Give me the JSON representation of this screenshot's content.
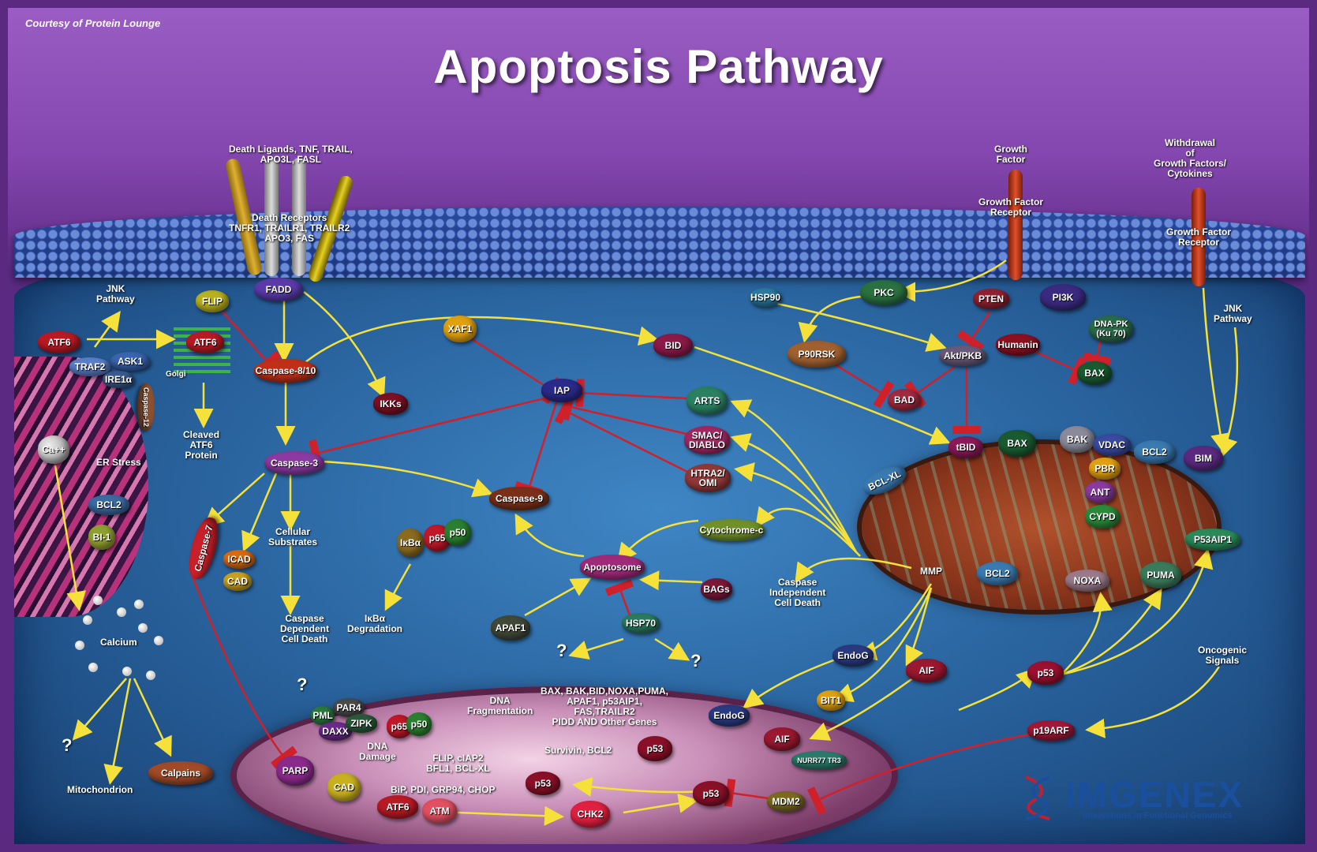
{
  "courtesy": "Courtesy of Protein Lounge",
  "title": "Apoptosis Pathway",
  "logo": {
    "name": "IMGENEX",
    "tagline": "Innovations in Functional Genomics"
  },
  "labels": {
    "death_ligands": "Death Ligands, TNF, TRAIL,\nAPO3L, FASL",
    "death_receptors": "Death Receptors\nTNFR1, TRAILR1, TRAILR2\nAPO3, FAS",
    "growth_factor": "Growth\nFactor",
    "gf_receptor_1": "Growth Factor\nReceptor",
    "withdrawal": "Withdrawal\nof\nGrowth Factors/\nCytokines",
    "gf_receptor_2": "Growth Factor\nReceptor",
    "jnk_left": "JNK\nPathway",
    "jnk_right": "JNK\nPathway",
    "golgi": "Golgi",
    "er_stress": "ER Stress",
    "cleaved_atf6": "Cleaved\nATF6\nProtein",
    "cellular_substrates": "Cellular\nSubstrates",
    "caspase_dependent": "Caspase\nDependent\nCell Death",
    "ikba_degradation": "IκBα\nDegradation",
    "caspase_independent": "Caspase\nIndependent\nCell Death",
    "dna_fragmentation": "DNA\nFragmentation",
    "dna_damage": "DNA\nDamage",
    "genes": "BAX, BAK,BID,NOXA,PUMA,\nAPAF1, p53AIP1,\nFAS,TRAILR2\nPIDD AND Other Genes",
    "survivin": "Survivin, BCL2",
    "flip_ciap2": "FLIP, cIAP2\nBFL1, BCL-XL",
    "bip": "BiP, PDI, GRP94, CHOP",
    "oncogenic": "Oncogenic\nSignals",
    "calcium": "Calcium",
    "mitochondrion": "Mitochondrion",
    "question": "?"
  },
  "nodes": {
    "fadd": "FADD",
    "flip": "FLIP",
    "atf6_a": "ATF6",
    "atf6_b": "ATF6",
    "traf2": "TRAF2",
    "ask1": "ASK1",
    "ire1": "IRE1α",
    "caspase12": "Caspase-12",
    "ca": "Ca++",
    "bcl2_er": "BCL2",
    "bi1": "BI-1",
    "caspase810": "Caspase-8/10",
    "ikks": "IKKs",
    "caspase3": "Caspase-3",
    "caspase7": "Caspase-7",
    "icad": "ICAD",
    "cad_a": "CAD",
    "ikba": "IκBα",
    "p65": "p65",
    "p50": "p50",
    "xaf1": "XAF1",
    "iap": "IAP",
    "bid": "BID",
    "arts": "ARTS",
    "smac": "SMAC/\nDIABLO",
    "htra2": "HTRA2/\nOMI",
    "caspase9": "Caspase-9",
    "cytc": "Cytochrome-c",
    "apoptosome": "Apoptosome",
    "bags": "BAGs",
    "hsp70": "HSP70",
    "apaf1": "APAF1",
    "hsp90": "HSP90",
    "pkc": "PKC",
    "pten": "PTEN",
    "pi3k": "PI3K",
    "p90rsk": "P90RSK",
    "aktpkb": "Akt/PKB",
    "dnapk": "DNA-PK\n(Ku 70)",
    "humanin": "Humanin",
    "bax_top": "BAX",
    "bad": "BAD",
    "bclxl": "BCL-XL",
    "tbid": "tBID",
    "bax_m": "BAX",
    "bak": "BAK",
    "vdac": "VDAC",
    "bcl2_m": "BCL2",
    "bim": "BIM",
    "pbr": "PBR",
    "ant": "ANT",
    "cypd": "CYPD",
    "p53aip1": "P53AIP1",
    "mmp": "MMP",
    "bcl2_low": "BCL2",
    "noxa": "NOXA",
    "puma": "PUMA",
    "endog_a": "EndoG",
    "aif_a": "AIF",
    "bit1": "BIT1",
    "p53_a": "p53",
    "p19arf": "p19ARF",
    "pml": "PML",
    "par4": "PAR4",
    "daxx": "DAXX",
    "zipk": "ZIPK",
    "p65n": "p65",
    "p50n": "p50",
    "parp": "PARP",
    "cad_b": "CAD",
    "atf6_c": "ATF6",
    "atm": "ATM",
    "chk2": "CHK2",
    "p53_b": "p53",
    "p53_c": "p53",
    "p53_d": "p53",
    "mdm2": "MDM2",
    "endog_b": "EndoG",
    "aif_b": "AIF",
    "nurr77": "NURR77 TR3",
    "calpains": "Calpains"
  },
  "colors": {
    "activation": "#f5e13a",
    "inhibition": "#d0202a",
    "background": "#8447b0",
    "cytoplasm": "#2d6aa6"
  }
}
